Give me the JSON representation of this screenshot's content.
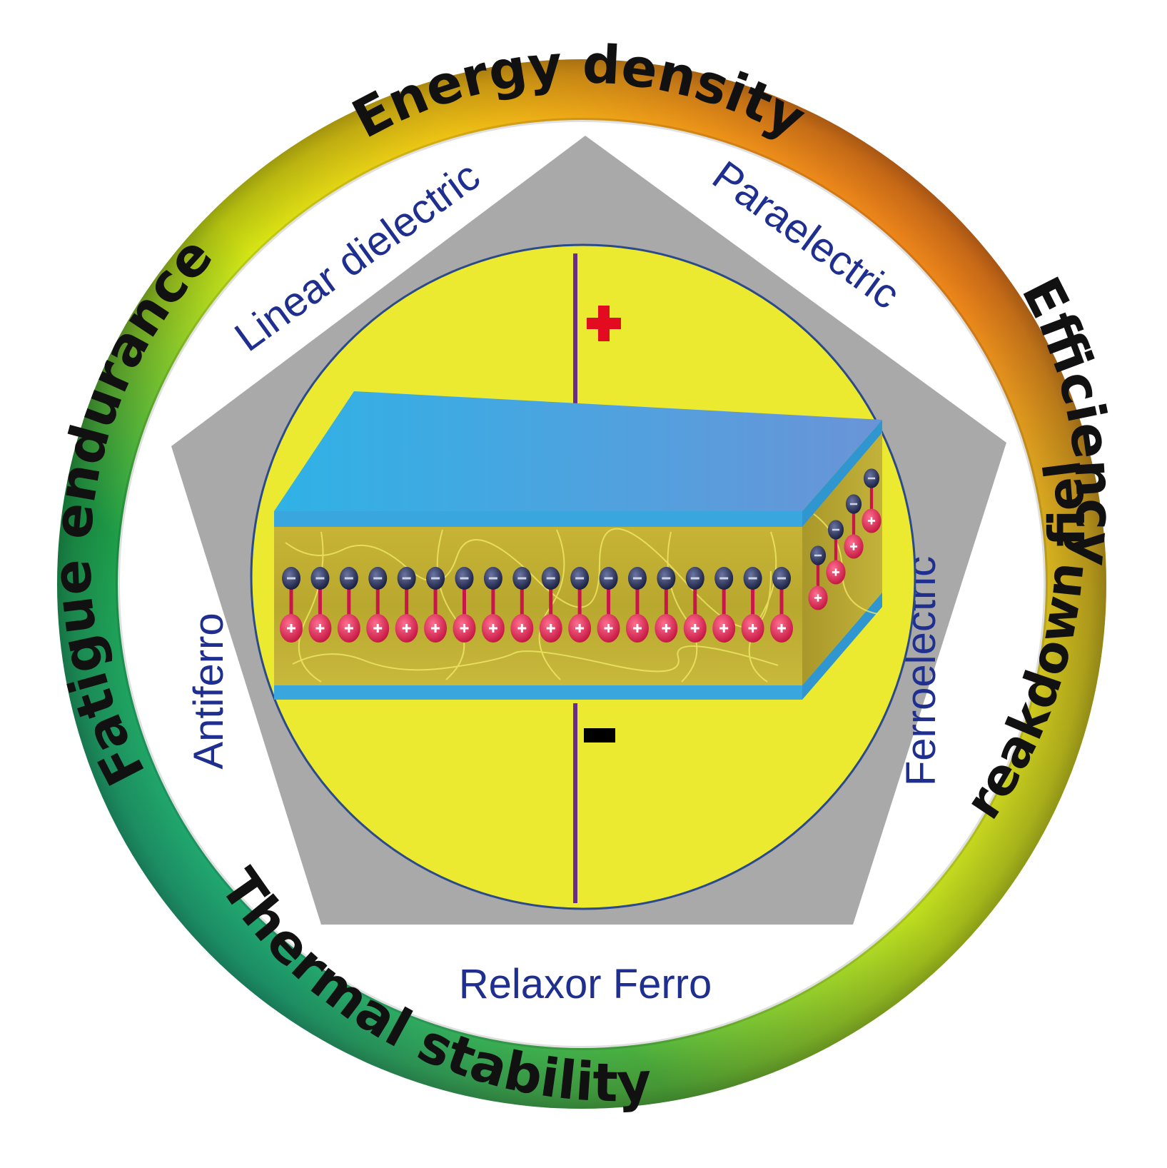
{
  "ring_labels": {
    "energy_density": "Energy density",
    "efficiency": "Efficiency",
    "breakdown_field": "Breakdown field",
    "thermal_stability": "Thermal stability",
    "fatigue_endurance": "Fatigue endurance"
  },
  "material_labels": {
    "linear_dielectric": "Linear dielectric",
    "paraelectric": "Paraelectric",
    "ferroelectric": "Ferroelectric",
    "relaxor_ferro": "Relaxor Ferro",
    "antiferro": "Antiferro"
  },
  "capacitor": {
    "positive_sign": "+",
    "negative_sign": "−",
    "dipole_count": 18,
    "side_dipole_count": 4
  },
  "colors": {
    "ring_green": "#1fa24a",
    "ring_yellow": "#f0f012",
    "ring_orange": "#f28c1c",
    "ring_teal": "#2db7a3",
    "pentagon": "#a9a9a9",
    "core": "#ecea30",
    "label_blue": "#1f2f8f",
    "electrode": "#3aaee6",
    "positive_charge": "#e30b20",
    "negative_charge": "#1a1a3a",
    "dipole_positive": "#d41a4d",
    "dipole_negative": "#1e2b58"
  }
}
